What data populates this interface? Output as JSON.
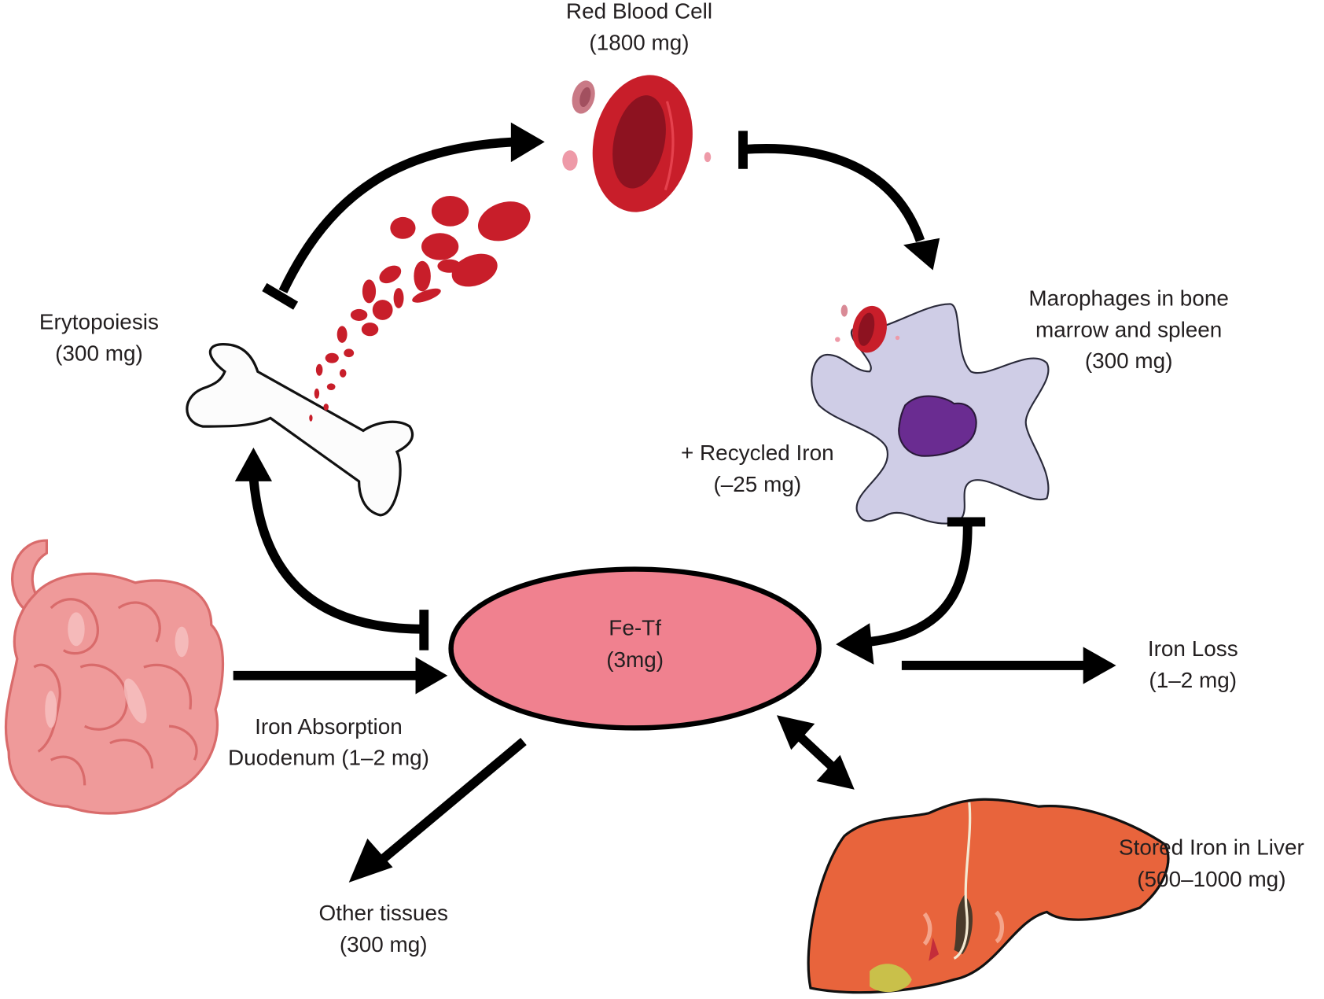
{
  "title": "Iron metabolism cycle",
  "nodes": {
    "red_blood_cell": {
      "name": "Red Blood Cell",
      "amount": "(1800 mg)"
    },
    "erythropoiesis": {
      "name": "Erytopoiesis",
      "amount": "(300 mg)"
    },
    "macrophages": {
      "name_line1": "Marophages in bone",
      "name_line2": "marrow and spleen",
      "amount": "(300 mg)"
    },
    "recycled_iron": {
      "name": "+ Recycled Iron",
      "amount": "(–25 mg)"
    },
    "fe_tf": {
      "name": "Fe-Tf",
      "amount": "(3mg)"
    },
    "iron_absorption": {
      "name_line1": "Iron Absorption",
      "name_line2": "Duodenum (1–2 mg)"
    },
    "iron_loss": {
      "name": "Iron Loss",
      "amount": "(1–2 mg)"
    },
    "other_tissues": {
      "name": "Other tissues",
      "amount": "(300 mg)"
    },
    "liver": {
      "name": "Stored Iron in Liver",
      "amount": "(500–1000 mg)"
    }
  },
  "edges": [
    {
      "from": "erythropoiesis",
      "to": "red_blood_cell",
      "type": "arrow"
    },
    {
      "from": "red_blood_cell",
      "to": "macrophages",
      "type": "arrow"
    },
    {
      "from": "macrophages",
      "to": "fe_tf",
      "type": "arrow"
    },
    {
      "from": "fe_tf",
      "to": "erythropoiesis",
      "type": "arrow"
    },
    {
      "from": "intestine",
      "to": "fe_tf",
      "type": "arrow"
    },
    {
      "from": "fe_tf",
      "to": "iron_loss",
      "type": "arrow"
    },
    {
      "from": "fe_tf",
      "to": "other_tissues",
      "type": "arrow"
    },
    {
      "from": "fe_tf",
      "to": "liver",
      "type": "bidirectional"
    }
  ],
  "colors": {
    "fe_tf_fill": "#f0818f",
    "rbc_red": "#c4161c",
    "rbc_dark": "#8a0f1a",
    "macrophage_fill": "#cfcde6",
    "nucleus": "#6a2c91",
    "liver_fill": "#e8643c",
    "intestine_fill": "#ef9a9a",
    "intestine_dark": "#d96b6b",
    "bone_fill": "#fcfcfc"
  }
}
